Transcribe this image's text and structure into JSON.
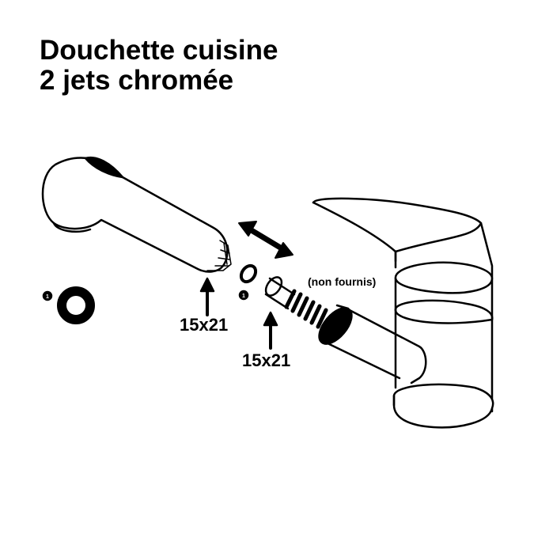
{
  "title": {
    "line1": "Douchette cuisine",
    "line2": "2 jets chromée"
  },
  "labels": {
    "thread_shower": "15x21",
    "thread_hose": "15x21",
    "hose_note": "(non fournis)",
    "marker_washer_left": "1",
    "marker_washer_small": "1"
  },
  "icons": [
    "shower-head",
    "washer",
    "double-arrow",
    "hose-fitting",
    "faucet-mixer"
  ],
  "colors": {
    "ink": "#000000",
    "background": "#ffffff"
  }
}
